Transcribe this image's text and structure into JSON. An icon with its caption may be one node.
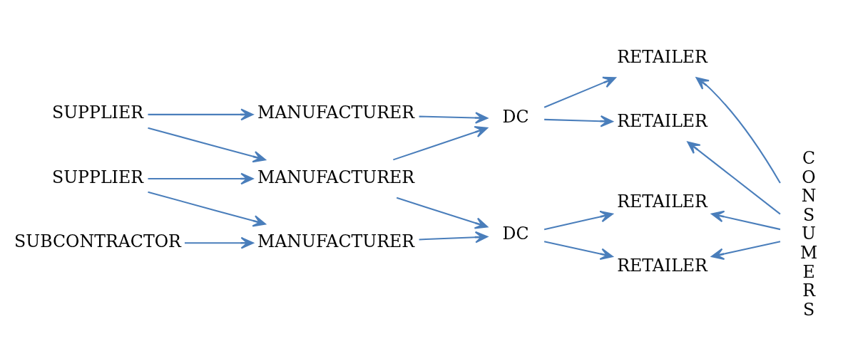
{
  "diagram": {
    "nodes": [
      {
        "text": [
          "SUPPLIER"
        ]
      },
      {
        "text": [
          "SUPPLIER"
        ]
      },
      {
        "text": [
          "MANUFACTURER"
        ]
      },
      {
        "text": [
          "MANUFACTURER"
        ]
      },
      {
        "text": [
          "MANUFACTURER"
        ]
      },
      {
        "text": [
          "SUBCONTRACTOR"
        ]
      },
      {
        "text": [
          "DC"
        ]
      },
      {
        "text": [
          "DC"
        ]
      },
      {
        "text": [
          "RETAILER"
        ]
      },
      {
        "text": [
          "RETAILER"
        ]
      },
      {
        "text": [
          "RETAILER"
        ]
      },
      {
        "text": [
          "RETAILER"
        ]
      },
      {
        "text": [
          "C O N S U M E R S"
        ]
      }
    ],
    "edges": [
      {
        "from": 0,
        "to": 2,
        "arrow": "to"
      },
      {
        "from": 0,
        "to": 3,
        "arrow": "to"
      },
      {
        "from": 1,
        "to": 2,
        "arrow": "to"
      },
      {
        "from": 1,
        "to": 4,
        "arrow": "to"
      },
      {
        "from": 5,
        "to": 4,
        "arrow": "to"
      },
      {
        "from": 2,
        "to": 6,
        "arrow": "to"
      },
      {
        "from": 3,
        "to": 6,
        "arrow": "to"
      },
      {
        "from": 2,
        "to": 7,
        "arrow": "to"
      },
      {
        "from": 4,
        "to": 7,
        "arrow": "to"
      },
      {
        "from": 6,
        "to": 8,
        "arrow": "to"
      },
      {
        "from": 6,
        "to": 9,
        "arrow": "to"
      },
      {
        "from": 7,
        "to": 10,
        "arrow": "to"
      },
      {
        "from": 7,
        "to": 11,
        "arrow": "to"
      },
      {
        "from": 12,
        "to": 8,
        "arrow": "to"
      },
      {
        "from": 12,
        "to": 9,
        "arrow": "to"
      },
      {
        "from": 12,
        "to": 10,
        "arrow": "to"
      },
      {
        "from": 12,
        "to": 11,
        "arrow": "to"
      }
    ]
  }
}
